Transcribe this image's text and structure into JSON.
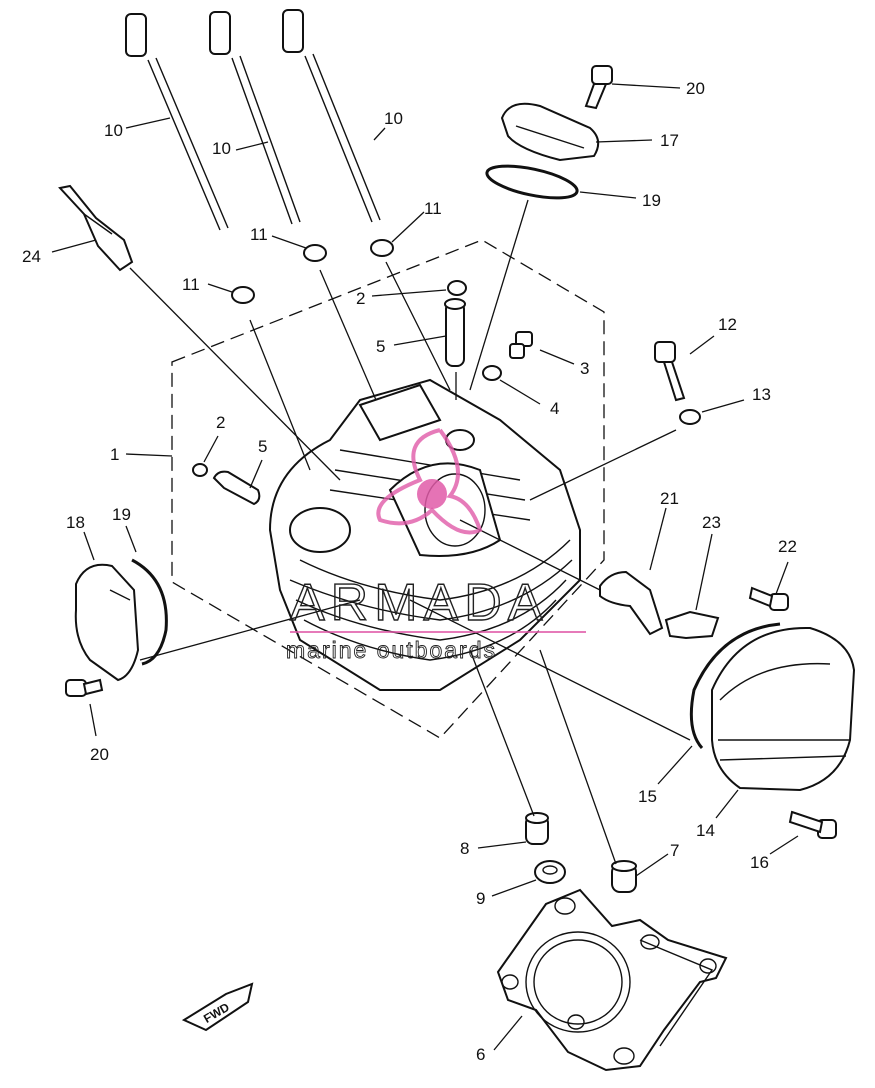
{
  "watermark": {
    "brand": "ARMADA",
    "tagline": "marine outboards",
    "accent_color": "#e05aa8"
  },
  "fwd_badge": "FWD",
  "callouts": [
    {
      "id": "c10a",
      "text": "10"
    },
    {
      "id": "c10b",
      "text": "10"
    },
    {
      "id": "c10c",
      "text": "10"
    },
    {
      "id": "c11a",
      "text": "11"
    },
    {
      "id": "c11b",
      "text": "11"
    },
    {
      "id": "c11c",
      "text": "11"
    },
    {
      "id": "c24",
      "text": "24"
    },
    {
      "id": "c2a",
      "text": "2"
    },
    {
      "id": "c5a",
      "text": "5"
    },
    {
      "id": "c3",
      "text": "3"
    },
    {
      "id": "c4",
      "text": "4"
    },
    {
      "id": "c12",
      "text": "12"
    },
    {
      "id": "c13",
      "text": "13"
    },
    {
      "id": "c20a",
      "text": "20"
    },
    {
      "id": "c17",
      "text": "17"
    },
    {
      "id": "c19a",
      "text": "19"
    },
    {
      "id": "c1",
      "text": "1"
    },
    {
      "id": "c2b",
      "text": "2"
    },
    {
      "id": "c5b",
      "text": "5"
    },
    {
      "id": "c18",
      "text": "18"
    },
    {
      "id": "c19b",
      "text": "19"
    },
    {
      "id": "c20b",
      "text": "20"
    },
    {
      "id": "c21",
      "text": "21"
    },
    {
      "id": "c23",
      "text": "23"
    },
    {
      "id": "c22",
      "text": "22"
    },
    {
      "id": "c15",
      "text": "15"
    },
    {
      "id": "c14",
      "text": "14"
    },
    {
      "id": "c16",
      "text": "16"
    },
    {
      "id": "c8",
      "text": "8"
    },
    {
      "id": "c7",
      "text": "7"
    },
    {
      "id": "c9",
      "text": "9"
    },
    {
      "id": "c6",
      "text": "6"
    }
  ]
}
